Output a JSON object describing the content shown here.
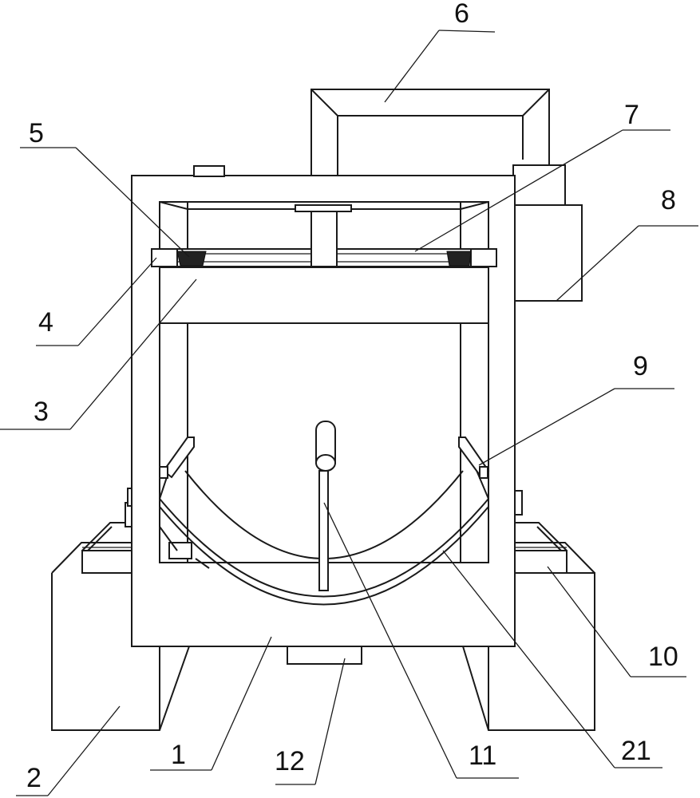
{
  "labels": {
    "l1": "1",
    "l2": "2",
    "l3": "3",
    "l4": "4",
    "l5": "5",
    "l6": "6",
    "l7": "7",
    "l8": "8",
    "l9": "9",
    "l10": "10",
    "l11": "11",
    "l12": "12",
    "l21": "21"
  }
}
